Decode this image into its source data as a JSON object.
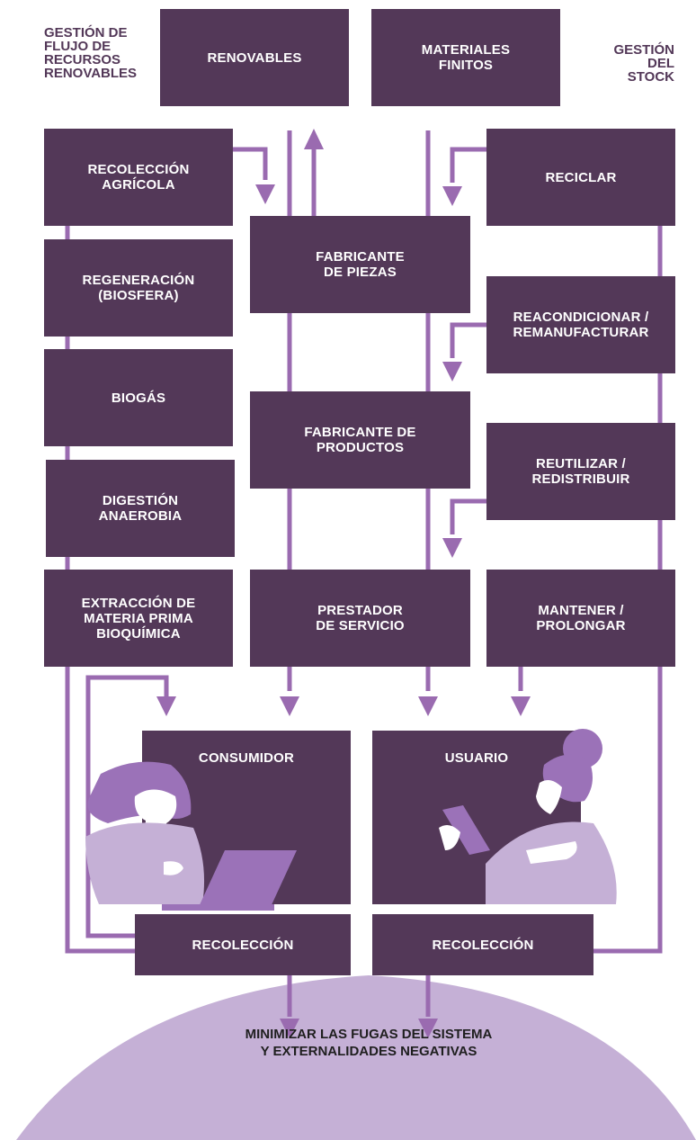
{
  "header": {
    "left_label": "GESTIÓN DE\nFLUJO DE\nRECURSOS\nRENOVABLES",
    "right_label": "GESTIÓN\nDEL STOCK"
  },
  "top_boxes": {
    "renovables": "RENOVABLES",
    "materiales": "MATERIALES\nFINITOS"
  },
  "left_column": {
    "recoleccion_agricola": "RECOLECCIÓN\nAGRÍCOLA",
    "regeneracion": "REGENERACIÓN\n(BIOSFERA)",
    "biogas": "BIOGÁS",
    "digestion": "DIGESTIÓN\nANAEROBIA",
    "extraccion": "EXTRACCIÓN DE\nMATERIA PRIMA\nBIOQUÍMICA"
  },
  "middle_column": {
    "piezas": "FABRICANTE\nDE PIEZAS",
    "productos": "FABRICANTE DE\nPRODUCTOS",
    "servicio": "PRESTADOR\nDE SERVICIO"
  },
  "right_column": {
    "reciclar": "RECICLAR",
    "reacondicionar": "REACONDICIONAR /\nREMANUFACTURAR",
    "reutilizar": "REUTILIZAR /\nREDISTRIBUIR",
    "mantener": "MANTENER /\nPROLONGAR"
  },
  "users": {
    "consumidor": "CONSUMIDOR",
    "usuario": "USUARIO"
  },
  "collection": {
    "left": "RECOLECCIÓN",
    "right": "RECOLECCIÓN"
  },
  "bottom": {
    "text": "MINIMIZAR LAS FUGAS DEL SISTEMA\nY EXTERNALIDADES NEGATIVAS"
  },
  "colors": {
    "box": "#533858",
    "line": "#9a6bb0",
    "dome": "#c5b0d6",
    "accent": "#9b72b8"
  }
}
